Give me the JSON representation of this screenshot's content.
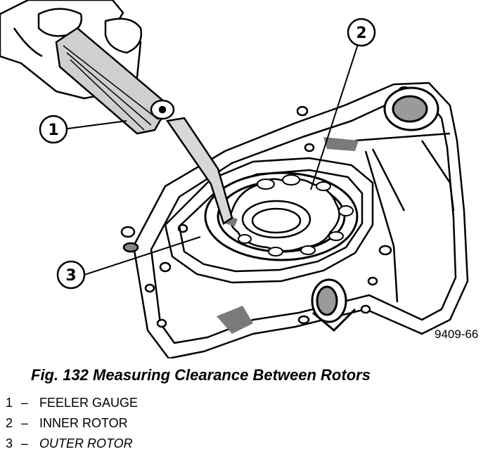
{
  "figure": {
    "art_id": "9409-66",
    "caption": "Fig. 132 Measuring Clearance Between Rotors"
  },
  "callouts": [
    {
      "number": "1"
    },
    {
      "number": "2"
    },
    {
      "number": "3"
    }
  ],
  "legend": [
    {
      "number": "1",
      "dash": "–",
      "label": "FEELER GAUGE"
    },
    {
      "number": "2",
      "dash": "–",
      "label": "INNER ROTOR"
    },
    {
      "number": "3",
      "dash": "–",
      "label": "OUTER ROTOR"
    }
  ]
}
